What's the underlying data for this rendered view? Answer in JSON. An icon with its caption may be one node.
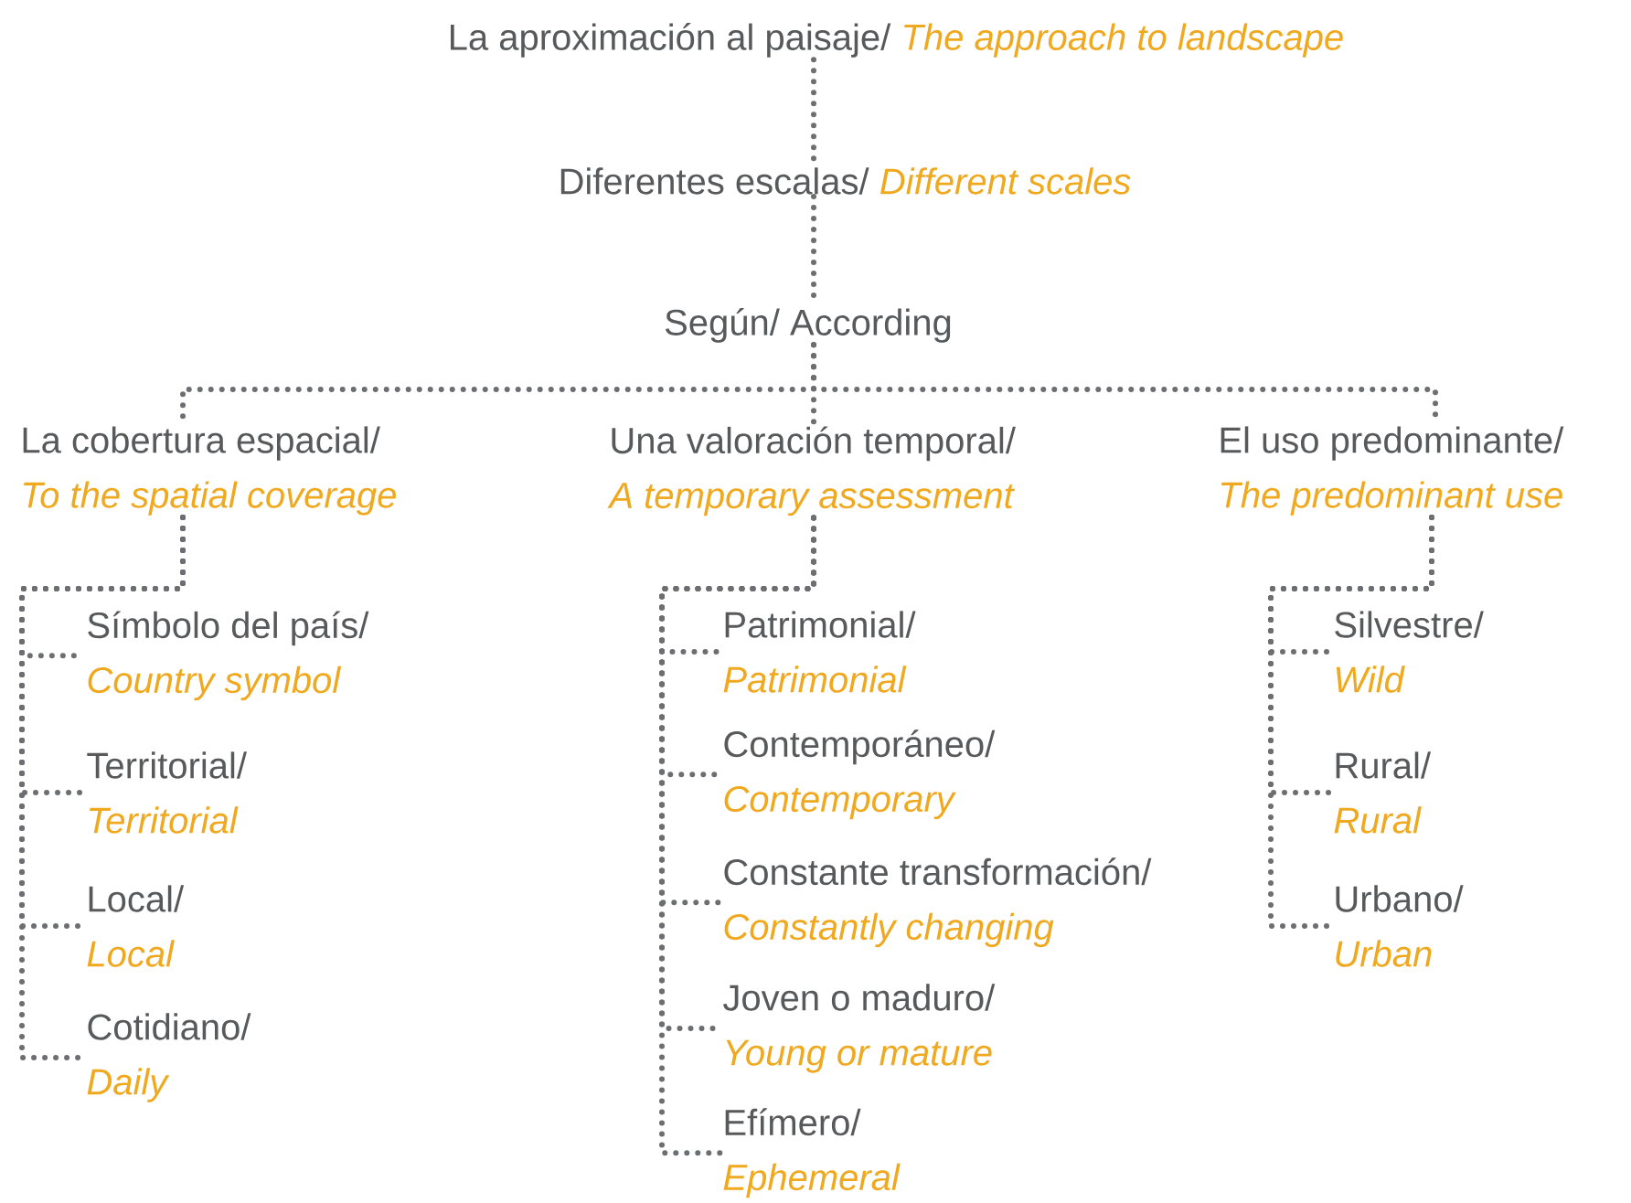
{
  "diagram": {
    "nodes": [
      {
        "text": [
          "La aproximación al paisaje/",
          "The approach to landscape"
        ]
      },
      {
        "text": [
          "Diferentes escalas/",
          "Different scales"
        ]
      },
      {
        "text": [
          "Según/ According"
        ]
      },
      {
        "text": [
          "La cobertura espacial/",
          "To the spatial coverage"
        ]
      },
      {
        "text": [
          "Una valoración temporal/",
          "A temporary assessment"
        ]
      },
      {
        "text": [
          "El uso predominante/",
          "The predominant use"
        ]
      },
      {
        "text": [
          "Símbolo del país/",
          "Country symbol"
        ]
      },
      {
        "text": [
          "Territorial/",
          "Territorial"
        ]
      },
      {
        "text": [
          "Local/",
          "Local"
        ]
      },
      {
        "text": [
          "Cotidiano/",
          "Daily"
        ]
      },
      {
        "text": [
          "Patrimonial/",
          "Patrimonial"
        ]
      },
      {
        "text": [
          "Contemporáneo/",
          "Contemporary"
        ]
      },
      {
        "text": [
          "Constante transformación/",
          "Constantly changing"
        ]
      },
      {
        "text": [
          "Joven o maduro/",
          "Young or mature"
        ]
      },
      {
        "text": [
          "Efímero/",
          "Ephemeral"
        ]
      },
      {
        "text": [
          "Silvestre/",
          "Wild"
        ]
      },
      {
        "text": [
          "Rural/",
          "Rural"
        ]
      },
      {
        "text": [
          "Urbano/",
          "Urban"
        ]
      }
    ],
    "edges": [
      {
        "from": 0,
        "to": 1,
        "arrow": "none"
      },
      {
        "from": 1,
        "to": 2,
        "arrow": "none"
      },
      {
        "from": 2,
        "to": 3,
        "arrow": "none"
      },
      {
        "from": 2,
        "to": 4,
        "arrow": "none"
      },
      {
        "from": 2,
        "to": 5,
        "arrow": "none"
      },
      {
        "from": 3,
        "to": 6,
        "arrow": "none"
      },
      {
        "from": 3,
        "to": 7,
        "arrow": "none"
      },
      {
        "from": 3,
        "to": 8,
        "arrow": "none"
      },
      {
        "from": 3,
        "to": 9,
        "arrow": "none"
      },
      {
        "from": 4,
        "to": 10,
        "arrow": "none"
      },
      {
        "from": 4,
        "to": 11,
        "arrow": "none"
      },
      {
        "from": 4,
        "to": 12,
        "arrow": "none"
      },
      {
        "from": 4,
        "to": 13,
        "arrow": "none"
      },
      {
        "from": 4,
        "to": 14,
        "arrow": "none"
      },
      {
        "from": 5,
        "to": 15,
        "arrow": "none"
      },
      {
        "from": 5,
        "to": 16,
        "arrow": "none"
      },
      {
        "from": 5,
        "to": 17,
        "arrow": "none"
      }
    ]
  }
}
